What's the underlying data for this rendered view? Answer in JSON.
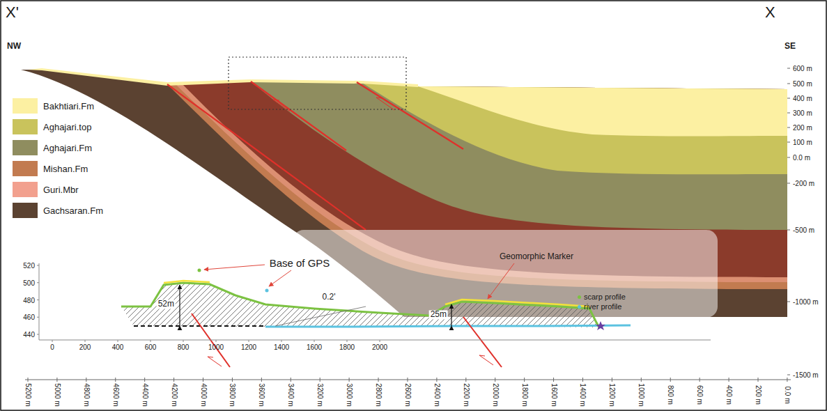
{
  "diagram": {
    "labels": [
      "X'",
      "X",
      "NW",
      "SE",
      "Base of GPS",
      "Geomorphic Marker",
      "52m",
      "0.2'",
      "25m",
      "600 m",
      "500 m",
      "400 m",
      "300 m",
      "200 m",
      "100 m",
      "0.0 m",
      "-200 m",
      "-500 m",
      "-1000 m",
      "-1500 m",
      "520",
      "500",
      "480",
      "460",
      "440",
      "0",
      "200",
      "400",
      "600",
      "800",
      "1000",
      "1200",
      "1400",
      "1600",
      "1800",
      "2000",
      "5200 m",
      "5000 m",
      "4800 m",
      "4600 m",
      "4400 m",
      "4200 m",
      "4000 m",
      "3800 m",
      "3600 m",
      "3400 m",
      "3200 m",
      "3000 m",
      "2800 m",
      "2600 m",
      "2400 m",
      "2200 m",
      "2000 m",
      "1800 m",
      "1600 m",
      "1400 m",
      "1200 m",
      "1000 m",
      "800 m",
      "600 m",
      "400 m",
      "200 m",
      "0.0 m"
    ],
    "legend": [
      {
        "text": "Bakhtiari.Fm",
        "color": "#fcf0a2"
      },
      {
        "text": "Aghajari.top",
        "color": "#c9c35c"
      },
      {
        "text": "Aghajari.Fm",
        "color": "#8f8d5f"
      },
      {
        "text": "Mishan.Fm",
        "color": "#c27b50"
      },
      {
        "text": "Guri.Mbr",
        "color": "#f2a08e"
      },
      {
        "text": "Gachsaran.Fm",
        "color": "#5b4231"
      },
      {
        "text": "scarp profile",
        "color": "#7cc242"
      },
      {
        "text": "river profile",
        "color": "#5bc2e0"
      }
    ]
  }
}
